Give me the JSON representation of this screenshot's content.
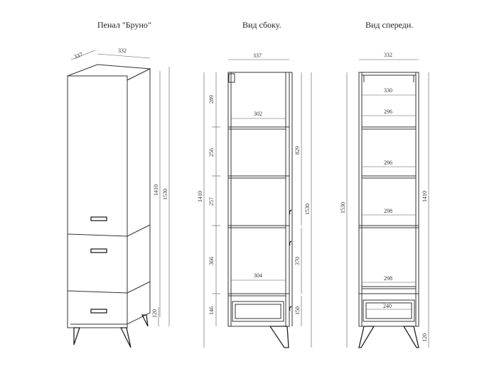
{
  "titles": {
    "main": "Пенал \"Бруно\"",
    "side": "Вид сбоку.",
    "front": "Вид спереди."
  },
  "iso": {
    "depth": "337",
    "width": "332",
    "height_body": "1410",
    "height_total": "1530",
    "legs": "120"
  },
  "side": {
    "depth": "337",
    "inner_top": "302",
    "inner_bottom": "304",
    "s1": "289",
    "s2": "256",
    "s3": "257",
    "s4": "366",
    "s5": "146",
    "door_height": "829",
    "lower_height": "370",
    "drawer_height": "150",
    "body_height": "1410",
    "total_height": "1530"
  },
  "front": {
    "width": "332",
    "inner": "330",
    "shelf1": "296",
    "shelf2": "296",
    "shelf3": "298",
    "shelf4": "298",
    "drawer": "240",
    "total_height": "1530",
    "body_height": "1410",
    "legs": "120"
  }
}
